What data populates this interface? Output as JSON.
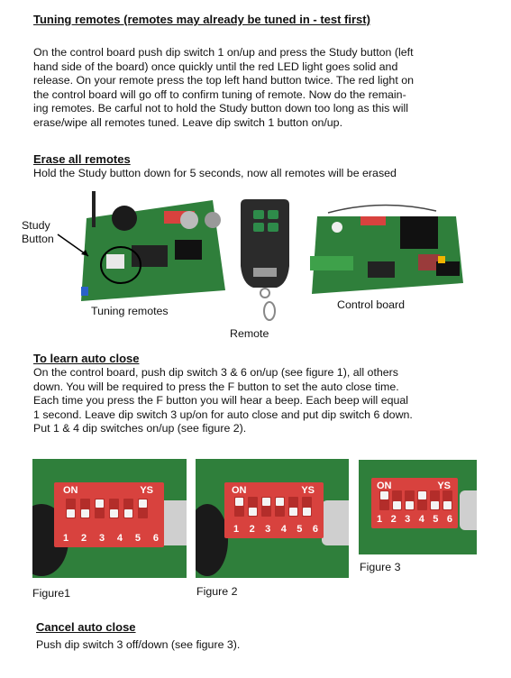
{
  "section1": {
    "heading": "Tuning remotes (remotes may already be tuned in - test first)",
    "lines": [
      "On the control board push dip switch 1 on/up and press the Study button (left",
      "hand side of the board) once quickly until the red LED light goes solid and",
      "release.  On your remote press the top left hand button twice.  The red light on",
      "the control board will go off to confirm tuning of remote.  Now do the remain-",
      "ing remotes.  Be carful not to hold the Study button down too long as this will",
      "erase/wipe all remotes tuned.  Leave dip switch 1 button on/up."
    ]
  },
  "section2": {
    "heading": "Erase all remotes",
    "text": "Hold the Study button down for 5 seconds, now all remotes will be erased"
  },
  "photos_row1": {
    "study_label_1": "Study",
    "study_label_2": "Button",
    "caption_tuning": "Tuning remotes",
    "caption_remote": "Remote",
    "caption_control": "Control board"
  },
  "section3": {
    "heading": "To learn auto close",
    "lines": [
      "On the control board, push dip switch 3 & 6 on/up (see figure 1), all others",
      "down.  You will be required to press the F button to set the auto close time.",
      "Each time you press the F button you will hear a beep.  Each beep will equal",
      "1 second.  Leave dip switch 3 up/on for auto close and put dip switch 6 down.",
      "Put 1 & 4 dip switches on/up (see figure 2)."
    ]
  },
  "figures": {
    "on_label": "ON",
    "ys_label": "YS",
    "numbers": [
      "1",
      "2",
      "3",
      "4",
      "5",
      "6"
    ],
    "figure1": "Figure1",
    "figure2": "Figure 2",
    "figure3": "Figure 3",
    "fig1_switch_up": [
      false,
      false,
      true,
      false,
      false,
      true
    ],
    "fig2_switch_up": [
      true,
      false,
      true,
      true,
      false,
      false
    ],
    "fig3_switch_up": [
      true,
      false,
      false,
      true,
      false,
      false
    ]
  },
  "section4": {
    "heading": "Cancel auto close",
    "text": "Push dip switch 3 off/down (see figure 3)."
  },
  "colors": {
    "board_green": "#2f7f3b",
    "dip_red": "#d8423e"
  }
}
